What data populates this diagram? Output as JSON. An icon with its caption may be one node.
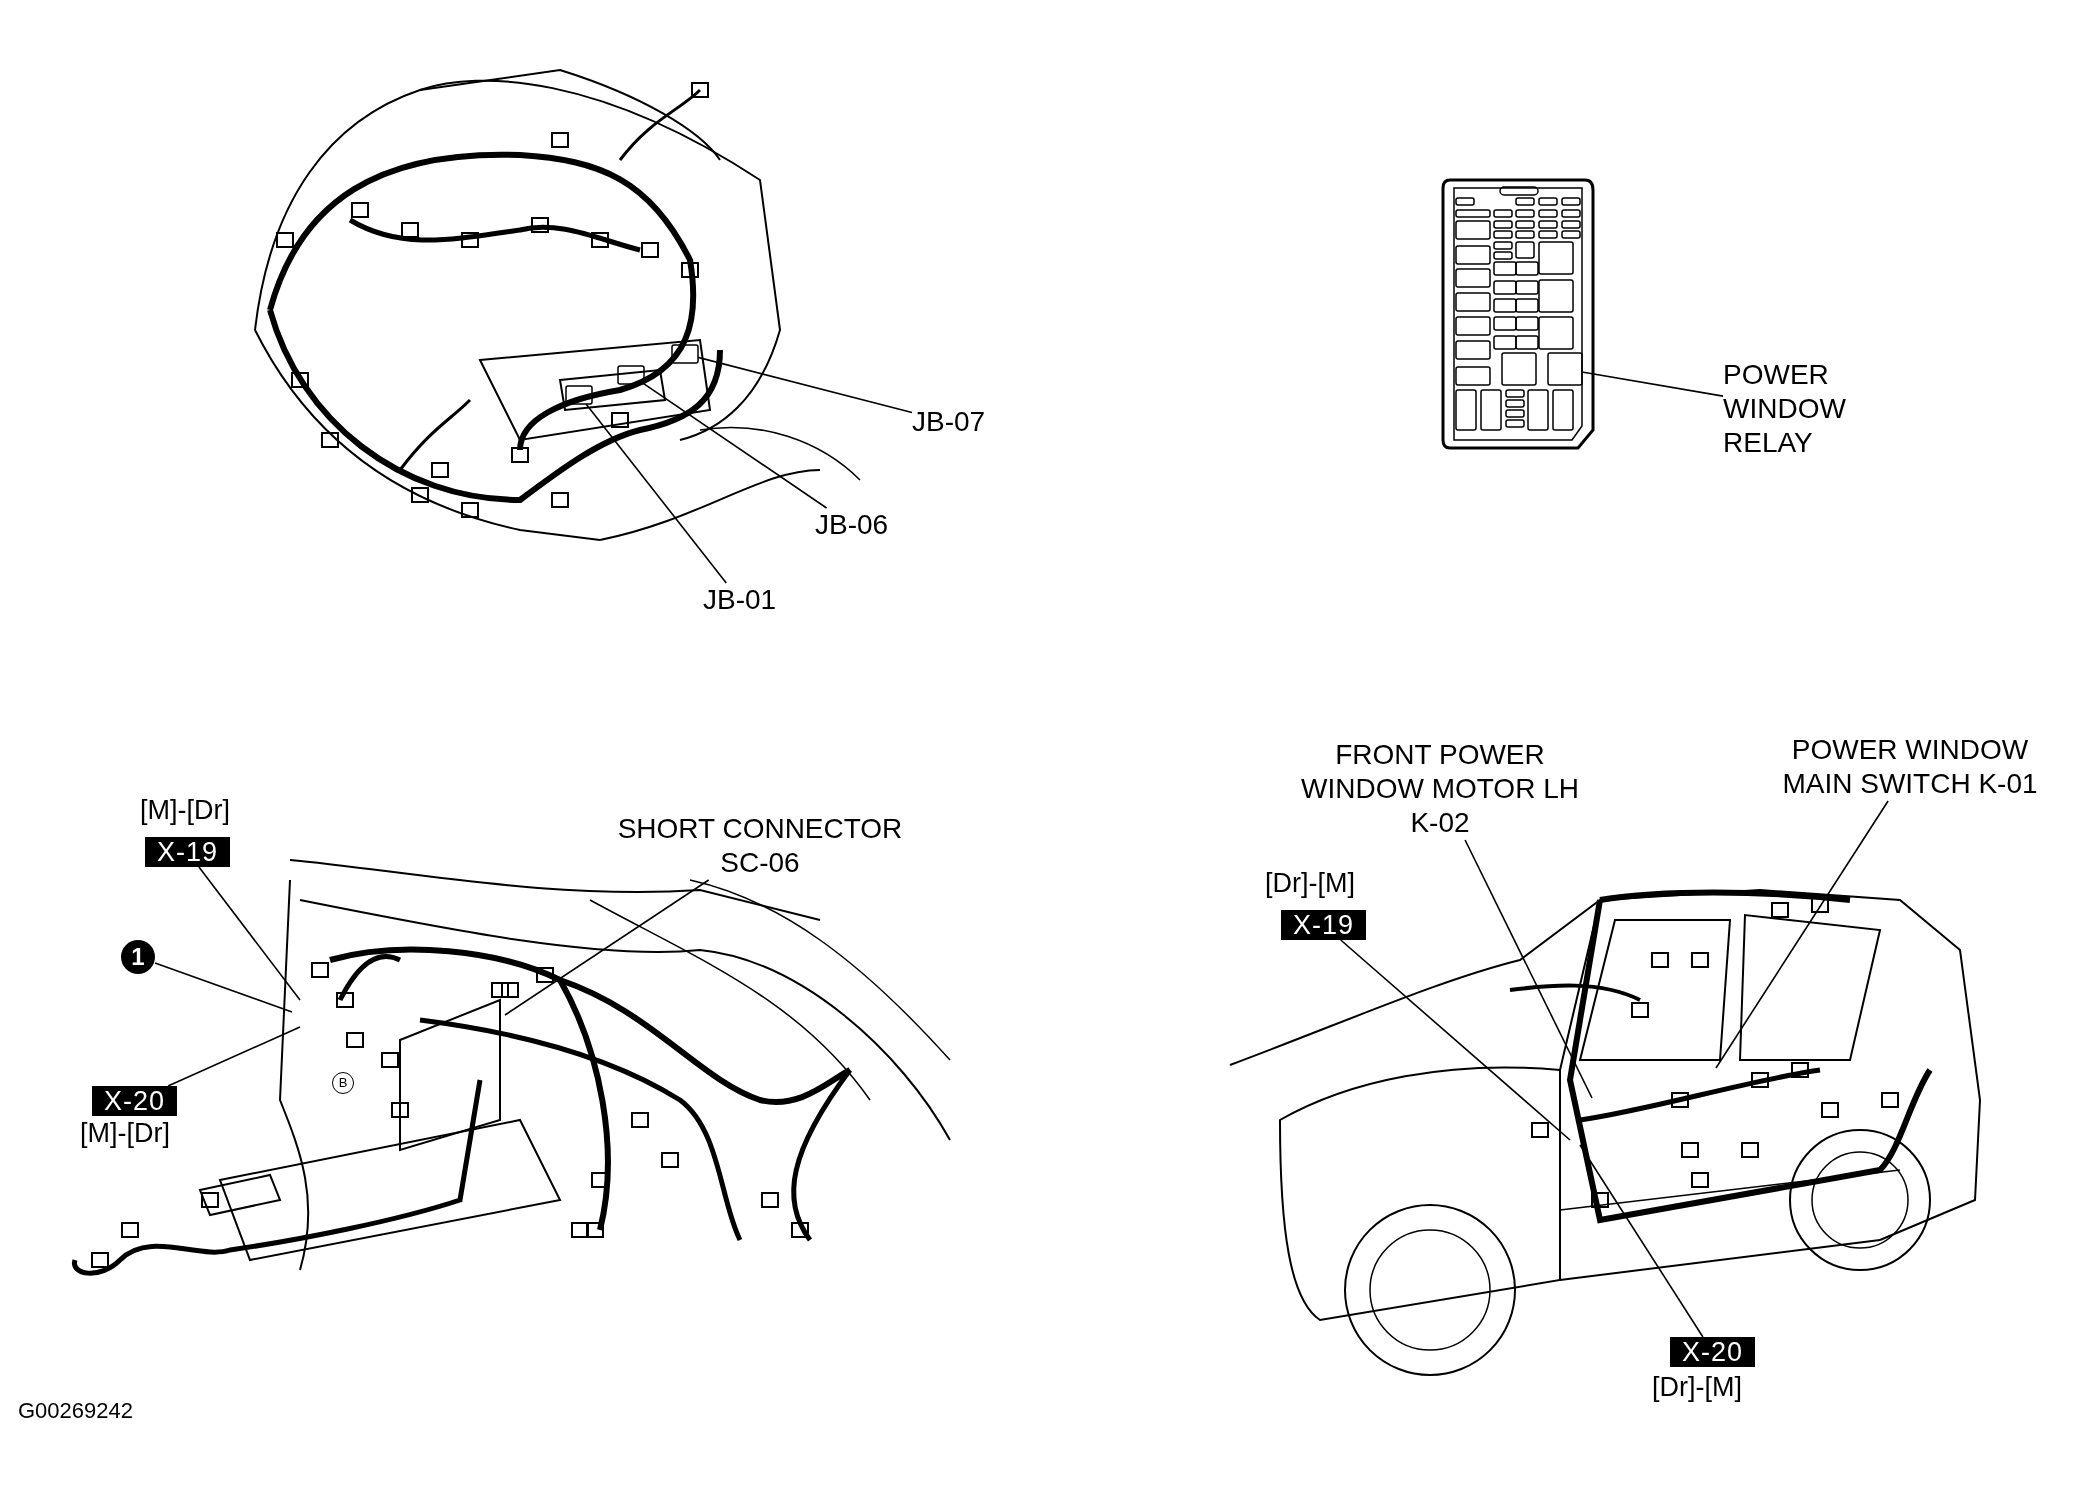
{
  "diagram": {
    "nodes": [
      {
        "text": [
          "JB-07"
        ]
      },
      {
        "text": [
          "JB-06"
        ]
      },
      {
        "text": [
          "JB-01"
        ]
      },
      {
        "text": [
          "POWER WINDOW RELAY"
        ]
      },
      {
        "text": [
          "X-19"
        ],
        "beside": [
          "[M]-[Dr]"
        ]
      },
      {
        "text": [
          "1"
        ]
      },
      {
        "text": [
          "X-20"
        ],
        "beside": [
          "[M]-[Dr]"
        ]
      },
      {
        "text": [
          "SHORT CONNECTOR SC-06"
        ]
      },
      {
        "text": [
          "FRONT POWER WINDOW MOTOR LH K-02"
        ]
      },
      {
        "text": [
          "POWER WINDOW MAIN SWITCH K-01"
        ]
      },
      {
        "text": [
          "X-19"
        ],
        "beside": [
          "[Dr]-[M]"
        ]
      },
      {
        "text": [
          "X-20"
        ],
        "beside": [
          "[Dr]-[M]"
        ]
      },
      {
        "text": [],
        "shape": "box"
      },
      {
        "text": [],
        "shape": "box"
      },
      {
        "text": [],
        "shape": "box"
      },
      {
        "text": [],
        "shape": "box"
      }
    ],
    "edges": [
      {
        "from": 0,
        "to": 13,
        "arrow": "none"
      },
      {
        "from": 1,
        "to": 14,
        "arrow": "none"
      },
      {
        "from": 2,
        "to": 15,
        "arrow": "none"
      },
      {
        "from": 3,
        "to": 12,
        "arrow": "none"
      },
      {
        "from": 4,
        "to": null,
        "arrow": "none"
      },
      {
        "from": 5,
        "to": null,
        "arrow": "none"
      },
      {
        "from": 6,
        "to": null,
        "arrow": "none"
      },
      {
        "from": 7,
        "to": null,
        "arrow": "none"
      },
      {
        "from": 8,
        "to": null,
        "arrow": "none"
      },
      {
        "from": 9,
        "to": null,
        "arrow": "none"
      },
      {
        "from": 10,
        "to": null,
        "arrow": "none"
      },
      {
        "from": 11,
        "to": null,
        "arrow": "none"
      }
    ],
    "labels": [
      "B",
      "G00269242"
    ]
  }
}
